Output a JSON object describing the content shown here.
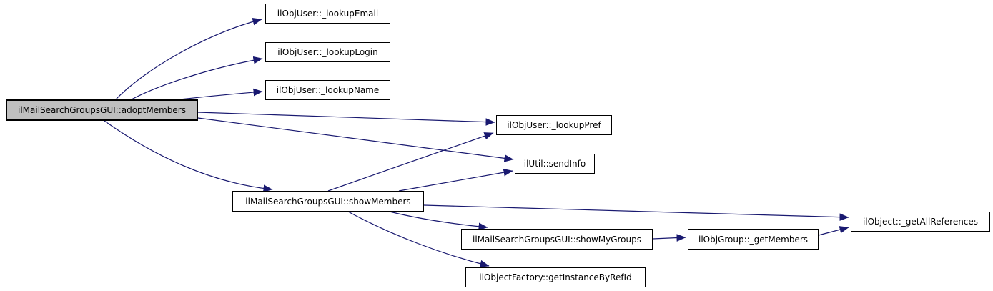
{
  "diagram": {
    "type": "doxygen-call-graph",
    "colors": {
      "edge": "#191970",
      "node_border": "#000000",
      "node_fill": "#ffffff",
      "highlight_node_fill": "#bfbfbf",
      "background": "#ffffff"
    },
    "nodes": {
      "adoptMembers": {
        "label": "ilMailSearchGroupsGUI::adoptMembers",
        "highlighted": true
      },
      "lookupEmail": {
        "label": "ilObjUser::_lookupEmail"
      },
      "lookupLogin": {
        "label": "ilObjUser::_lookupLogin"
      },
      "lookupName": {
        "label": "ilObjUser::_lookupName"
      },
      "lookupPref": {
        "label": "ilObjUser::_lookupPref"
      },
      "sendInfo": {
        "label": "ilUtil::sendInfo"
      },
      "showMembers": {
        "label": "ilMailSearchGroupsGUI::showMembers"
      },
      "showMyGroups": {
        "label": "ilMailSearchGroupsGUI::showMyGroups"
      },
      "getMembers": {
        "label": "ilObjGroup::_getMembers"
      },
      "getAllReferences": {
        "label": "ilObject::_getAllReferences"
      },
      "getInstanceByRefId": {
        "label": "ilObjectFactory::getInstanceByRefId"
      }
    },
    "edges": [
      {
        "from": "adoptMembers",
        "to": "lookupEmail"
      },
      {
        "from": "adoptMembers",
        "to": "lookupLogin"
      },
      {
        "from": "adoptMembers",
        "to": "lookupName"
      },
      {
        "from": "adoptMembers",
        "to": "lookupPref"
      },
      {
        "from": "adoptMembers",
        "to": "sendInfo"
      },
      {
        "from": "adoptMembers",
        "to": "showMembers"
      },
      {
        "from": "showMembers",
        "to": "lookupPref"
      },
      {
        "from": "showMembers",
        "to": "sendInfo"
      },
      {
        "from": "showMembers",
        "to": "getAllReferences"
      },
      {
        "from": "showMembers",
        "to": "showMyGroups"
      },
      {
        "from": "showMembers",
        "to": "getInstanceByRefId"
      },
      {
        "from": "showMyGroups",
        "to": "getMembers"
      },
      {
        "from": "getMembers",
        "to": "getAllReferences"
      }
    ]
  }
}
